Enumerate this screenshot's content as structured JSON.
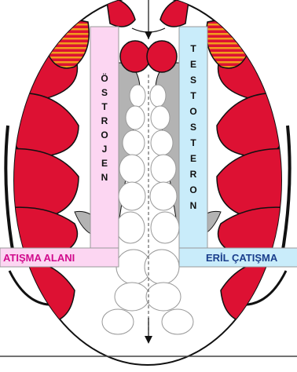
{
  "labels": {
    "left_column_letters": [
      "Ö",
      "S",
      "T",
      "R",
      "O",
      "J",
      "E",
      "N"
    ],
    "right_column_letters": [
      "T",
      "E",
      "S",
      "T",
      "O",
      "S",
      "T",
      "E",
      "R",
      "O",
      "N"
    ],
    "left_band": "ATIŞMA ALANI",
    "right_band": "ERİL ÇATIŞMA"
  },
  "colors": {
    "red": "#dd1133",
    "left_column_fill": "#fcd6f2",
    "right_column_fill": "#c9ecfa",
    "left_band_text": "#d10a8c",
    "right_band_text": "#1a3e8c",
    "hatch_orange": "#f39b1d",
    "grey": "#b3b3b3"
  }
}
